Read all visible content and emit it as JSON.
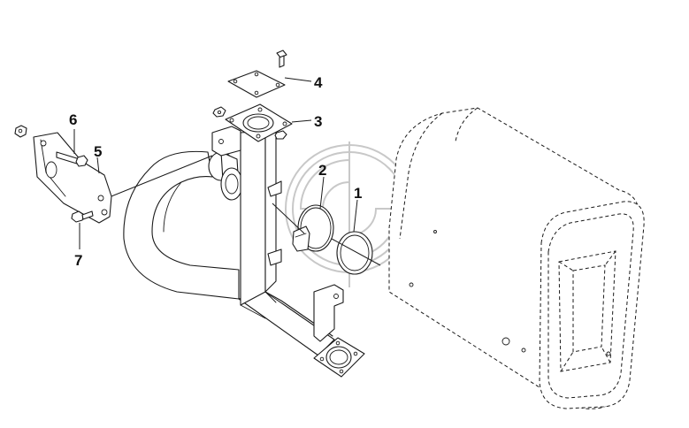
{
  "callouts": [
    {
      "id": "1",
      "label": "1"
    },
    {
      "id": "2",
      "label": "2"
    },
    {
      "id": "3",
      "label": "3"
    },
    {
      "id": "4",
      "label": "4"
    },
    {
      "id": "5",
      "label": "5"
    },
    {
      "id": "6",
      "label": "6"
    },
    {
      "id": "7",
      "label": "7"
    }
  ],
  "colors": {
    "line": "#1a1a1a",
    "watermark": "#c8c8c8",
    "background": "#ffffff"
  }
}
